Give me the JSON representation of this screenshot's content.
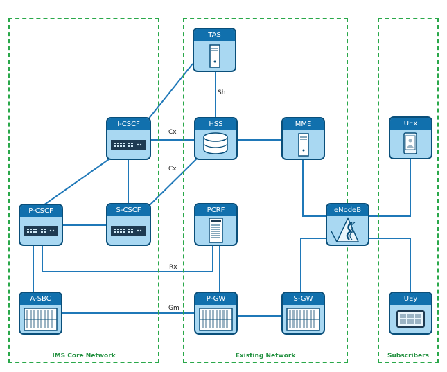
{
  "zones": {
    "ims": "IMS Core Network",
    "existing": "Existing Network",
    "subscribers": "Subscribers"
  },
  "nodes": {
    "tas": "TAS",
    "icscf": "I-CSCF",
    "hss": "HSS",
    "mme": "MME",
    "uex": "UEx",
    "pcscf": "P-CSCF",
    "scscf": "S-CSCF",
    "pcrf": "PCRF",
    "enodeb": "eNodeB",
    "asbc": "A-SBC",
    "pgw": "P-GW",
    "sgw": "S-GW",
    "uey": "UEy"
  },
  "links": {
    "sh": "Sh",
    "cx1": "Cx",
    "cx2": "Cx",
    "rx": "Rx",
    "gm": "Gm"
  },
  "colors": {
    "zone_border": "#2aa84a",
    "node_header": "#1170ad",
    "node_body": "#a9d8f2",
    "link": "#1f78b8"
  }
}
